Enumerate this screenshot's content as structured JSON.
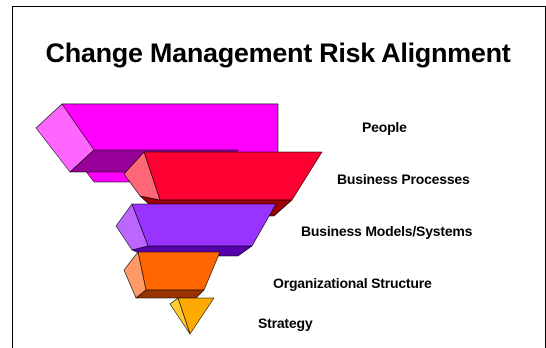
{
  "title": "Change Management Risk Alignment",
  "layers": [
    {
      "label": "People",
      "front": "#ff00ff",
      "side": "#ff66ff",
      "top": "#cc33cc",
      "bottom": "#990099"
    },
    {
      "label": "Business Processes",
      "front": "#ff0033",
      "side": "#ff6677",
      "top": "#cc0022",
      "bottom": "#990000"
    },
    {
      "label": "Business Models/Systems",
      "front": "#9933ff",
      "side": "#bb66ff",
      "top": "#7722cc",
      "bottom": "#5500aa"
    },
    {
      "label": "Organizational Structure",
      "front": "#ff6600",
      "side": "#ff9966",
      "top": "#cc4400",
      "bottom": "#993300"
    },
    {
      "label": "Strategy",
      "front": "#ffaa00",
      "side": "#ffcc33",
      "top": "#cc8800",
      "bottom": "#996600"
    }
  ]
}
